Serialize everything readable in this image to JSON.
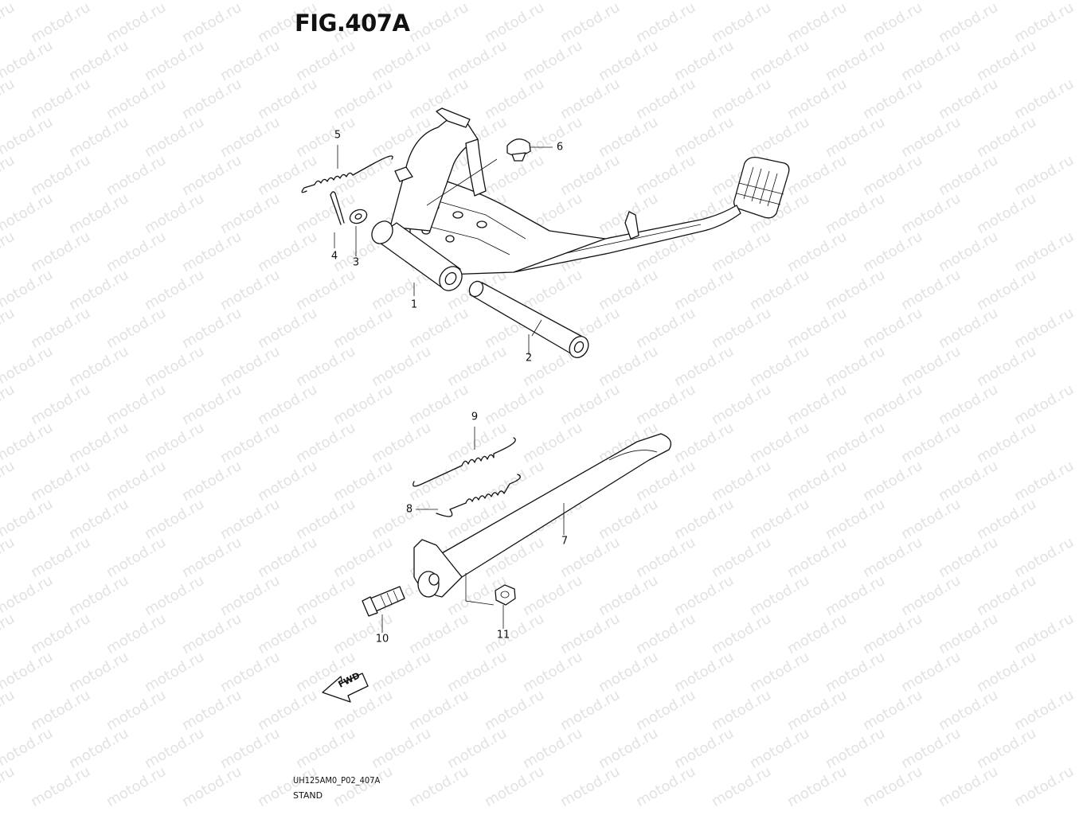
{
  "figure": {
    "title": "FIG.407A",
    "drawing_code": "UH125AM0_P02_407A",
    "section_name": "STAND"
  },
  "watermark": {
    "text": "motod.ru",
    "color": "#e2e2e2"
  },
  "fwd_arrow": {
    "label": "FWD",
    "icon": "fwd-arrow-icon"
  },
  "parts": [
    {
      "ref": "1"
    },
    {
      "ref": "2"
    },
    {
      "ref": "3"
    },
    {
      "ref": "4"
    },
    {
      "ref": "5"
    },
    {
      "ref": "6"
    },
    {
      "ref": "7"
    },
    {
      "ref": "8"
    },
    {
      "ref": "9"
    },
    {
      "ref": "10"
    },
    {
      "ref": "11"
    }
  ]
}
